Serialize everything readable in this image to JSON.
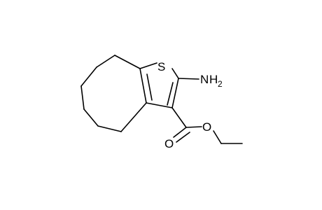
{
  "molecule": {
    "atoms": {
      "sulfur": "S",
      "amine_N": "N",
      "amine_H": "H",
      "amine_sub": "2",
      "carbonyl_O": "O",
      "ester_O": "O"
    },
    "colors": {
      "bond": "#000000",
      "background": "#ffffff"
    }
  }
}
